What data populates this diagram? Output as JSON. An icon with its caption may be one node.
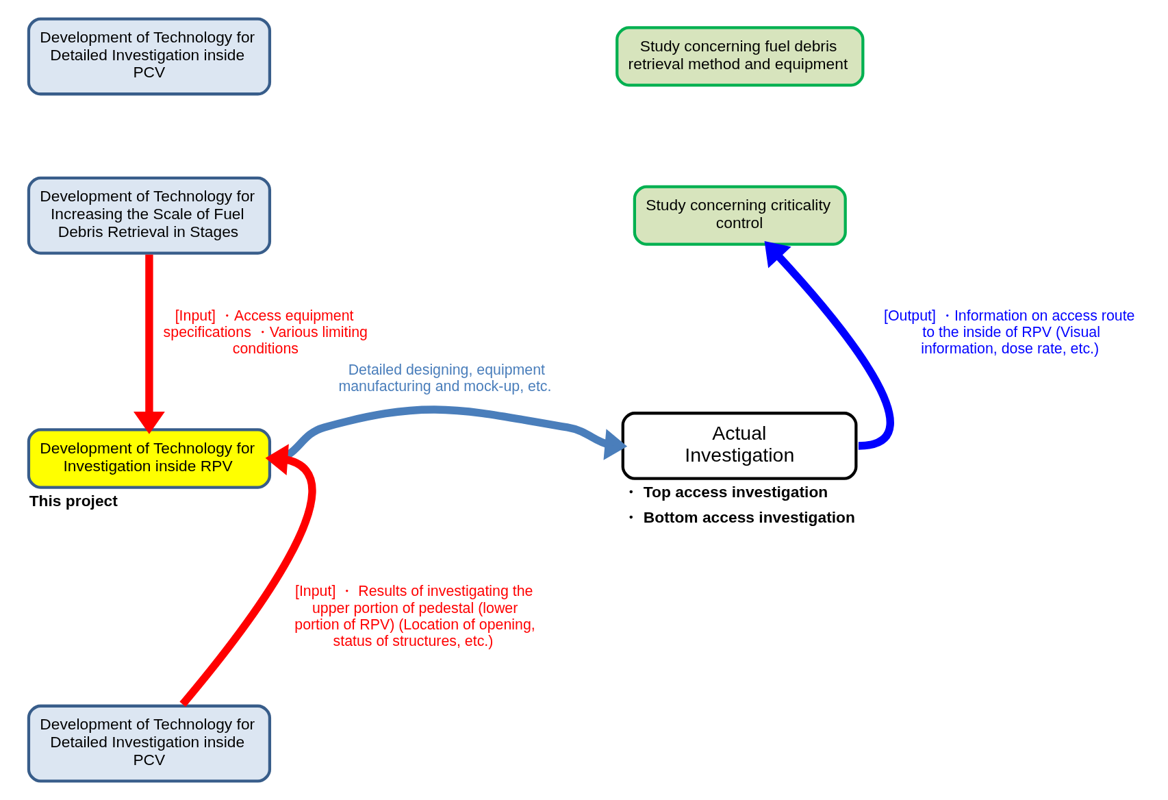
{
  "diagram": {
    "nodes": [
      {
        "text": [
          "Development of Technology for Detailed Investigation inside PCV"
        ]
      },
      {
        "text": [
          "Development of Technology for Increasing the Scale of Fuel Debris Retrieval in Stages"
        ]
      },
      {
        "text": [
          "Study concerning fuel debris retrieval method and equipment"
        ]
      },
      {
        "text": [
          "Study concerning criticality control"
        ]
      },
      {
        "text": [
          "Development of Technology for Investigation inside RPV"
        ],
        "beside": [
          "This project"
        ]
      },
      {
        "text": [
          "Actual Investigation"
        ],
        "beside": [
          "・ Top access investigation",
          "・ Bottom access investigation"
        ]
      },
      {
        "text": [
          "Development of Technology for Detailed Investigation inside PCV"
        ]
      }
    ],
    "edges": [
      {
        "from": 1,
        "to": 4,
        "arrow": "to",
        "color": "#ff0000",
        "label": "[Input] ・Access equipment specifications ・Various limiting conditions"
      },
      {
        "from": 4,
        "to": 5,
        "arrow": "to",
        "color": "#4a7ebb",
        "label": "Detailed designing, equipment manufacturing and mock-up, etc."
      },
      {
        "from": 5,
        "to": 3,
        "arrow": "to",
        "color": "#0000ff",
        "label": "[Output] ・Information on access route to the inside of RPV (Visual information, dose rate, etc.)"
      },
      {
        "from": 6,
        "to": 4,
        "arrow": "to",
        "color": "#ff0000",
        "label": "[Input] ・ Results of investigating the upper portion of pedestal (lower portion of RPV) (Location of opening, status of structures, etc.)"
      }
    ]
  }
}
